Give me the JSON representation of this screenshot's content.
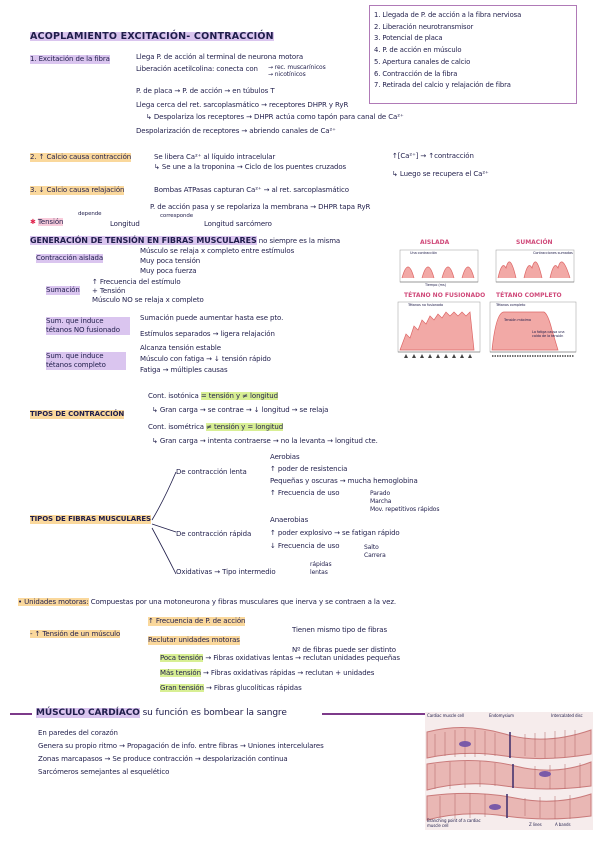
{
  "colors": {
    "ink": "#1f1d4a",
    "purple_highlight": "#bc96e1",
    "orange_highlight": "#f7be5a",
    "green_highlight": "#c3e65a",
    "pink_chart": "#f2a9a6",
    "title_red": "#d04a7a"
  },
  "index": {
    "items": [
      "1. Llegada de P. de acción a la fibra nerviosa",
      "2. Liberación neurotransmisor",
      "3. Potencial de placa",
      "4. P. de acción en músculo",
      "5. Apertura canales de calcio",
      "6. Contracción de la fibra",
      "7. Retirada del calcio y relajación de fibra"
    ]
  },
  "s1": {
    "title": "ACOPLAMIENTO EXCITACIÓN- CONTRACCIÓN",
    "label": "1. Excitación de la fibra",
    "lines": [
      "Llega P. de acción al terminal de neurona motora",
      "Liberación acetilcolina: conecta con",
      "P. de placa → P. de acción → en túbulos T",
      "Llega cerca del ret. sarcoplasmático → receptores DHPR y RyR",
      "↳ Despolariza los receptores → DHPR actúa como tapón para canal de Ca²⁺",
      "Despolarización de receptores → abriendo canales de Ca²⁺"
    ],
    "receptors": [
      "→ rec. muscarínicos",
      "→ nicotínicos"
    ]
  },
  "s2": {
    "label": "2. ↑ Calcio causa contracción",
    "lines": [
      "Se libera Ca²⁺ al líquido intracelular",
      "↳ Se une a la troponina → Ciclo de los puentes cruzados",
      "↑[Ca²⁺] → ↑contracción",
      "↳ Luego se recupera el Ca²⁺"
    ]
  },
  "s3": {
    "label": "3. ↓ Calcio causa relajación",
    "lines": [
      "Bombas ATPasas capturan Ca²⁺ → al ret. sarcoplasmático",
      "P. de acción pasa y se repolariza la membrana → DHPR tapa RyR"
    ]
  },
  "tension": {
    "star": "✱",
    "word": "Tensión",
    "depende": "depende",
    "longitud": "Longitud",
    "corresponde": "corresponde",
    "rest": "Longitud sarcómero"
  },
  "gen": {
    "title": "GENERACIÓN DE TENSIÓN EN FIBRAS MUSCULARES",
    "note": "no siempre es la misma",
    "groups": [
      {
        "label": "Contracción aislada",
        "items": [
          "Músculo se relaja x completo entre estímulos",
          "Muy poca tensión",
          "Muy poca fuerza"
        ]
      },
      {
        "label": "Sumación",
        "items": [
          "↑ Frecuencia del estímulo",
          "+ Tensión",
          "Músculo NO se relaja x completo"
        ]
      },
      {
        "label": "Sum. que induce tétanos NO fusionado",
        "items": [
          "Sumación puede aumentar hasta ese pto.",
          "Estímulos separados → ligera relajación"
        ]
      },
      {
        "label": "Sum. que induce tétanos completo",
        "items": [
          "Alcanza tensión estable",
          "Músculo con fatiga → ↓ tensión rápido",
          "Fatiga → múltiples causas"
        ]
      }
    ]
  },
  "charts": {
    "titles": [
      "AISLADA",
      "SUMACIÓN",
      "TÉTANO NO FUSIONADO",
      "TÉTANO COMPLETO"
    ],
    "small_texts": [
      "Una contracción",
      "Contracciones sumadas",
      "Tétanos no fusionado",
      "Tétanos completo",
      "Tensión máxima",
      "La fatiga causa una caída de la tensión"
    ],
    "xaxis": "Tiempo (ms)"
  },
  "tipos_contraccion": {
    "label": "TIPOS DE CONTRACCIÓN",
    "isotonica": "Cont. isotónica",
    "isotonica_hl": "= tensión y ≠ longitud",
    "isotonica_sub": "↳ Gran carga → se contrae → ↓ longitud → se relaja",
    "isometrica": "Cont. isométrica",
    "isometrica_hl": "≠ tensión y = longitud",
    "isometrica_sub": "↳ Gran carga → intenta contraerse → no la levanta → longitud cte."
  },
  "tipos_fibras": {
    "label": "TIPOS DE FIBRAS MUSCULARES",
    "lenta": "De contracción lenta",
    "lenta_items": [
      "Aerobias",
      "↑ poder de resistencia",
      "Pequeñas y oscuras → mucha hemoglobina",
      "↑ Frecuencia de uso"
    ],
    "lenta_uso": [
      "Parado",
      "Marcha",
      "Mov. repetitivos rápidos"
    ],
    "rapida": "De contracción rápida",
    "rapida_items": [
      "Anaerobias",
      "↑ poder explosivo → se fatigan rápido",
      "↓ Frecuencia de uso"
    ],
    "rapida_uso": [
      "Salto",
      "Carrera"
    ],
    "oxidativas": "Oxidativas",
    "oxidativas_rest": "Tipo intermedio",
    "oxidativas_sub": [
      "rápidas",
      "lentas"
    ]
  },
  "unidades": {
    "bullet": "• Unidades motoras:",
    "text": "Compuestas por una motoneurona y fibras musculares que inerva y se contraen a la vez.",
    "label": "- ↑ Tensión de un músculo",
    "freq": "↑ Frecuencia de P. de acción",
    "reclutar": "Reclutar unidades motoras",
    "reclutar_items": [
      "Tienen mismo tipo de fibras",
      "Nº de fibras puede ser distinto"
    ],
    "rows": [
      {
        "hl": "Poca tensión",
        "rest": "→ Fibras oxidativas lentas → reclutan unidades pequeñas"
      },
      {
        "hl": "Más tensión",
        "rest": "→ Fibras oxidativas rápidas → reclutan + unidades"
      },
      {
        "hl": "Gran tensión",
        "rest": "→ Fibras glucolíticas rápidas"
      }
    ]
  },
  "cardiaco": {
    "title": "MÚSCULO CARDÍACO",
    "subtitle": "su función es bombear la sangre",
    "items": [
      "En paredes del corazón",
      "Genera su propio ritmo → Propagación de info. entre fibras → Uniones intercelulares",
      "Zonas marcapasos → Se produce contracción → despolarización continua",
      "Sarcómeros semejantes al esquelético"
    ],
    "figure_labels": [
      "Cardiac muscle cell",
      "Endomysium",
      "Intercalated disc",
      "Branching point of a cardiac muscle cell",
      "Z lines",
      "A bands"
    ]
  }
}
